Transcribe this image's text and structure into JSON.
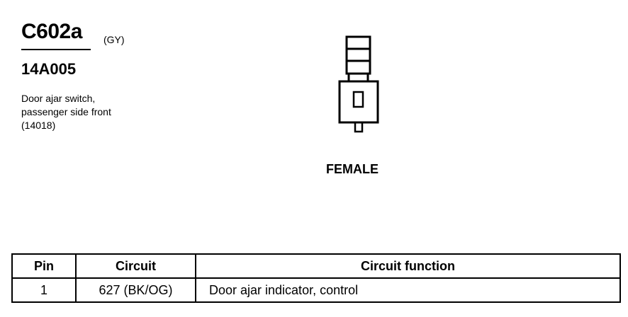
{
  "header": {
    "connector_id": "C602a",
    "color_code": "(GY)",
    "part_number": "14A005",
    "description": [
      "Door ajar switch,",
      "passenger side front",
      "(14018)"
    ]
  },
  "diagram": {
    "gender": "FEMALE"
  },
  "pin_table": {
    "columns": [
      "Pin",
      "Circuit",
      "Circuit function"
    ],
    "rows": [
      {
        "pin": "1",
        "circuit": "627 (BK/OG)",
        "function": "Door ajar indicator, control"
      }
    ]
  }
}
